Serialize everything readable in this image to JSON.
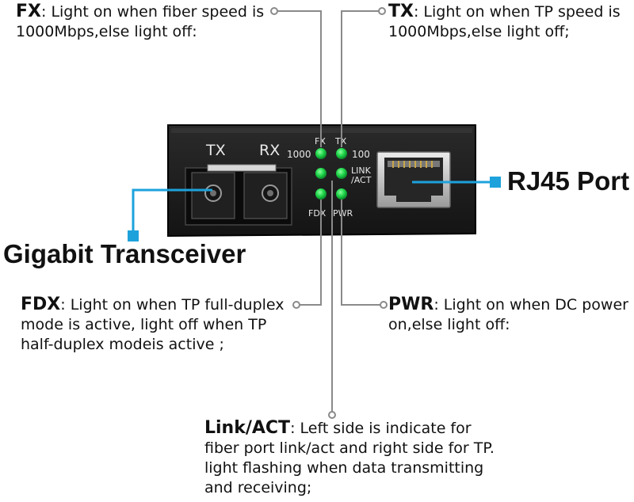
{
  "annotations": {
    "fx": {
      "key": "FX",
      "text": ":  Light on when fiber speed is",
      "text2": "1000Mbps,else light off:"
    },
    "tx": {
      "key": "TX",
      "text": ":  Light on when TP speed is",
      "text2": "1000Mbps,else light off;"
    },
    "fdx": {
      "key": "FDX",
      "text": ":   Light on when TP full-duplex",
      "text2": "mode is active, light off when TP",
      "text3": "half-duplex modeis active ;"
    },
    "pwr": {
      "key": "PWR",
      "text": ":  Light on when DC power",
      "text2": "on,else light off:"
    },
    "link": {
      "key": "Link/ACT",
      "text": ":  Left side is indicate for",
      "text2": "fiber port link/act and right side for TP.",
      "text3": "light flashing when data transmitting",
      "text4": "and receiving;"
    }
  },
  "callouts": {
    "rj45": "RJ45 Port",
    "transceiver": "Gigabit Transceiver"
  },
  "device_labels": {
    "tx": "TX",
    "rx": "RX",
    "speed_fiber": "1000",
    "led_fx": "FX",
    "led_tx": "TX",
    "speed_tp": "100",
    "link": "LINK",
    "act": "/ACT",
    "fdx": "FDX",
    "pwr": "PWR"
  },
  "colors": {
    "accent": "#1da2dc",
    "led": "#1fd64a",
    "device_body": "#1a1a1a",
    "leader": "#8a8a8a"
  }
}
